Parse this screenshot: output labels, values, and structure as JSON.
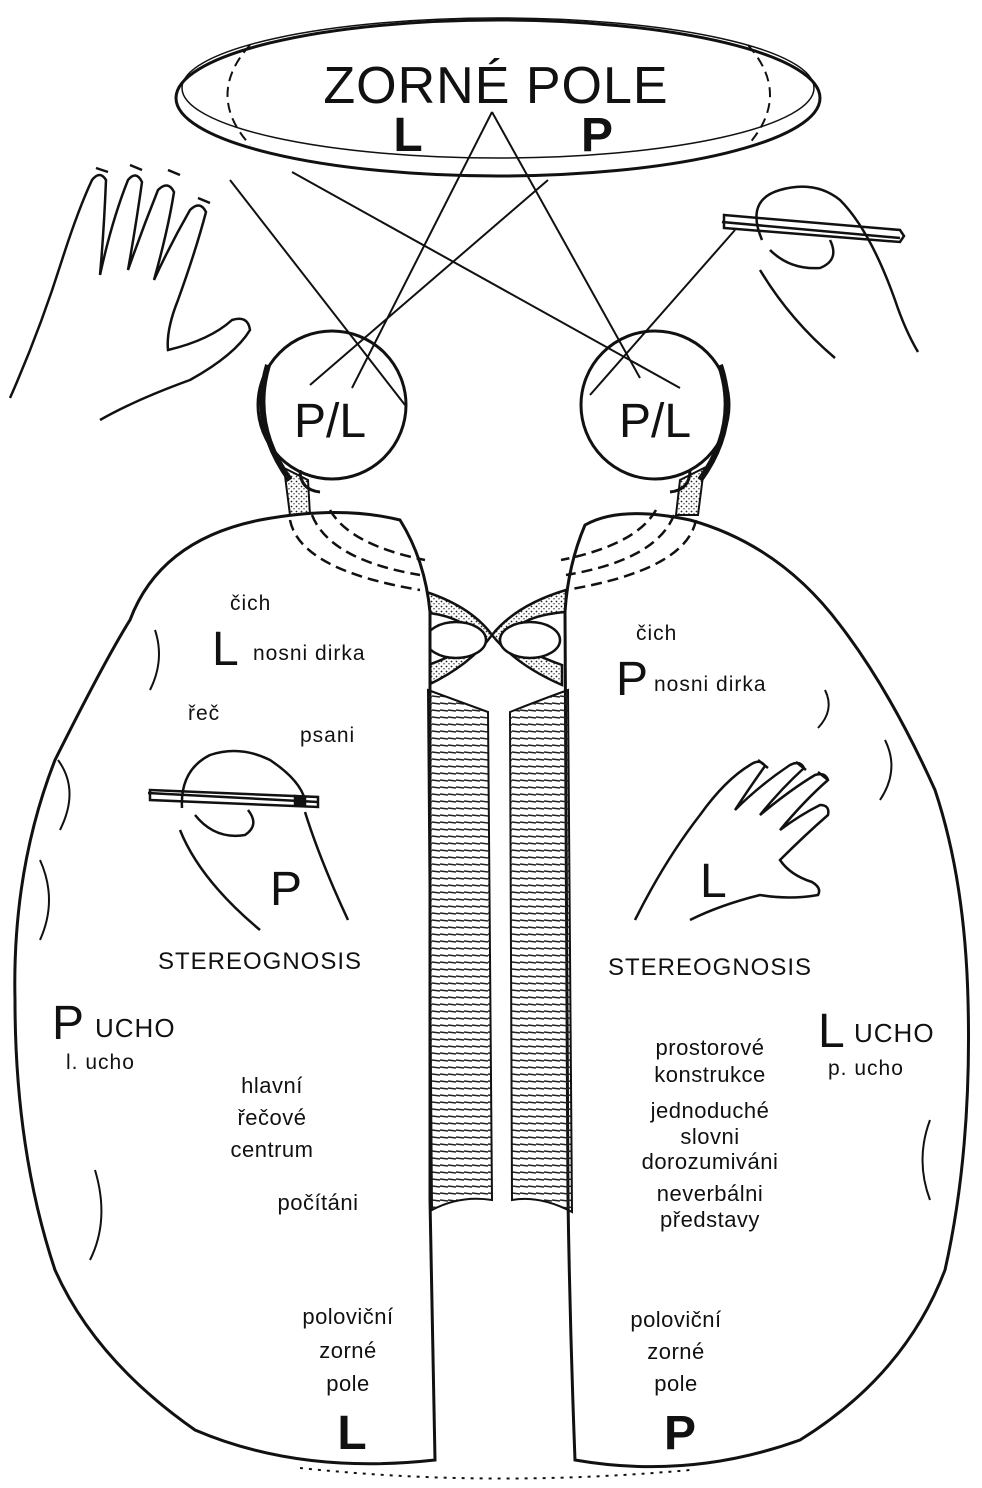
{
  "visual_field": {
    "title": "ZORNÉ POLE",
    "left_mark": "L",
    "right_mark": "P"
  },
  "eyes": {
    "left_label": "P/L",
    "right_label": "P/L"
  },
  "left_hemisphere": {
    "smell": "čich",
    "nostril_side": "L",
    "nostril": "nosni dirka",
    "speech": "řeč",
    "writing": "psani",
    "hand_side": "P",
    "stereognosis": "STEREOGNOSIS",
    "ear_side": "P",
    "ear": "UCHO",
    "ear_sub": "l. ucho",
    "speech_center": [
      "hlavní",
      "řečové",
      "centrum"
    ],
    "calculation": "počítáni",
    "half_field": [
      "poloviční",
      "zorné",
      "pole"
    ],
    "half_field_side": "L"
  },
  "right_hemisphere": {
    "smell": "čich",
    "nostril_side": "P",
    "nostril": "nosni dirka",
    "hand_side": "L",
    "stereognosis": "STEREOGNOSIS",
    "ear_side": "L",
    "ear": "UCHO",
    "ear_sub": "p. ucho",
    "spatial": [
      "prostorové",
      "konstrukce"
    ],
    "simple_words": [
      "jednoduché",
      "slovni",
      "dorozumiváni"
    ],
    "nonverbal": [
      "neverbálni",
      "představy"
    ],
    "half_field": [
      "poloviční",
      "zorné",
      "pole"
    ],
    "half_field_side": "P"
  }
}
